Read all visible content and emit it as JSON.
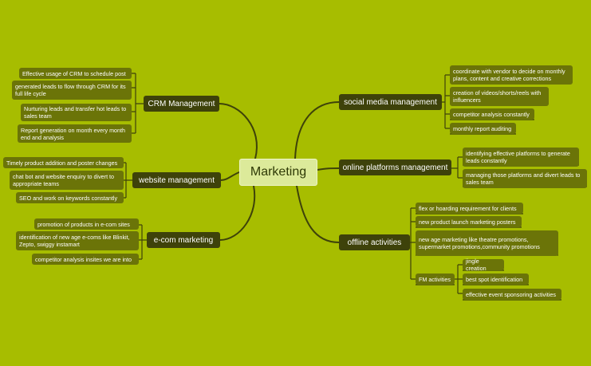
{
  "central": "Marketing",
  "branches": {
    "crm": {
      "title": "CRM Management",
      "items": [
        "Effective usage of CRM to schedule  post",
        "generated leads to flow through CRM for its full life cycle",
        "Nurturing leads and transfer hot leads to sales team",
        "Report generation on month every month end and analysis"
      ]
    },
    "website": {
      "title": "website management",
      "items": [
        "Timely product addition and poster changes",
        "chat bot and website enquiry to divert to appropriate teams",
        "SEO and work on keywords constantly"
      ]
    },
    "ecom": {
      "title": "e-com marketing",
      "items": [
        "promotion of products in e-com sites",
        "identification of new age e-coms like Blinkit, Zepto, swiggy instamart",
        "competitor analysis insites we are into"
      ]
    },
    "social": {
      "title": "social media management",
      "items": [
        "coordinate with vendor to decide on monthly plans, content and creative corrections",
        "creation of videos/shorts/reels with influencers",
        "competitor analysis constantly",
        "monthly report auditing"
      ]
    },
    "online": {
      "title": "online platforms management",
      "items": [
        "identifying effective platforms to generate leads constantly",
        "managing those platforms and divert leads to sales team"
      ]
    },
    "offline": {
      "title": "offline activities",
      "items": [
        "flex or hoarding requirement for clients",
        "new product launch marketing posters",
        "new age marketing like theatre promotions, supermarket promotions,community promotions",
        "FM activities"
      ],
      "fm_items": [
        "jingle creation",
        "best spot identification",
        "effective event sponsoring activities"
      ]
    }
  }
}
